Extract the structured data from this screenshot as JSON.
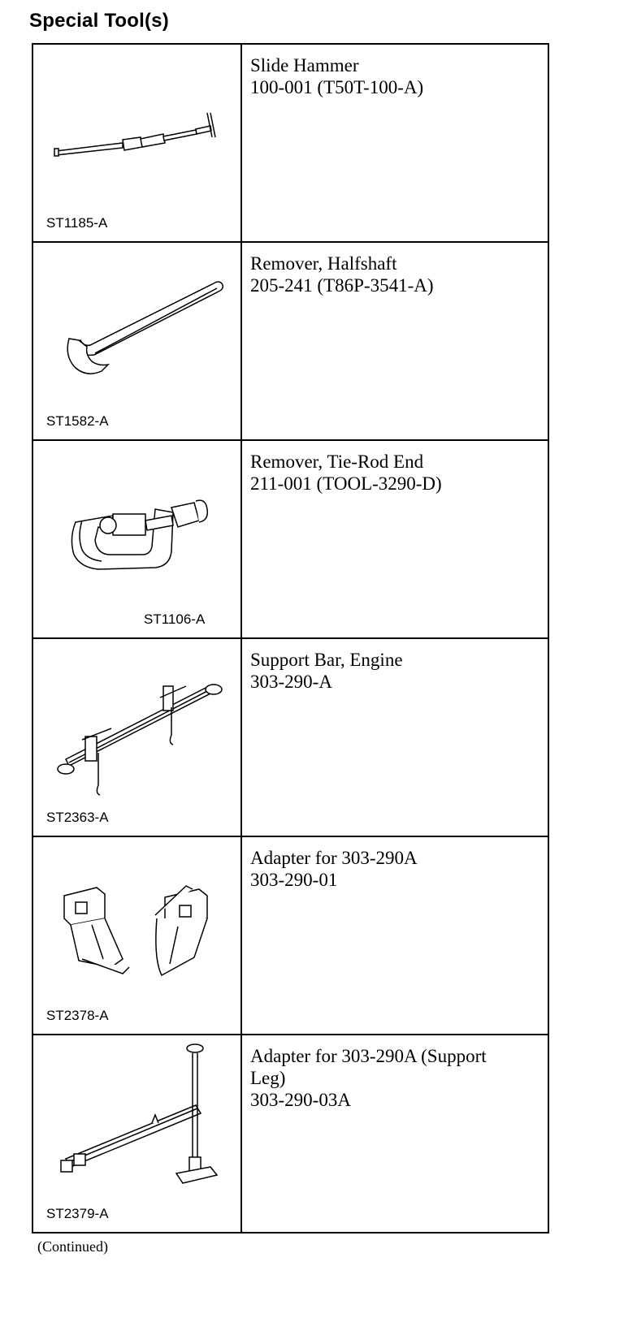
{
  "header": {
    "title": "Special Tool(s)"
  },
  "tools": [
    {
      "figure": "ST1185-A",
      "icon": "slide-hammer-icon",
      "name": "Slide Hammer",
      "number": "100-001 (T50T-100-A)"
    },
    {
      "figure": "ST1582-A",
      "icon": "halfshaft-remover-icon",
      "name": "Remover, Halfshaft",
      "number": "205-241 (T86P-3541-A)"
    },
    {
      "figure": "ST1106-A",
      "icon": "tie-rod-end-remover-icon",
      "name": "Remover, Tie-Rod End",
      "number": "211-001 (TOOL-3290-D)"
    },
    {
      "figure": "ST2363-A",
      "icon": "engine-support-bar-icon",
      "name": "Support Bar, Engine",
      "number": "303-290-A"
    },
    {
      "figure": "ST2378-A",
      "icon": "support-bar-adapter-icon",
      "name": "Adapter for 303-290A",
      "number": "303-290-01"
    },
    {
      "figure": "ST2379-A",
      "icon": "support-leg-adapter-icon",
      "name_line1": "Adapter for 303-290A (Support",
      "name_line2": "Leg)",
      "number": "303-290-03A"
    }
  ],
  "footer": {
    "note": "(Continued)"
  }
}
